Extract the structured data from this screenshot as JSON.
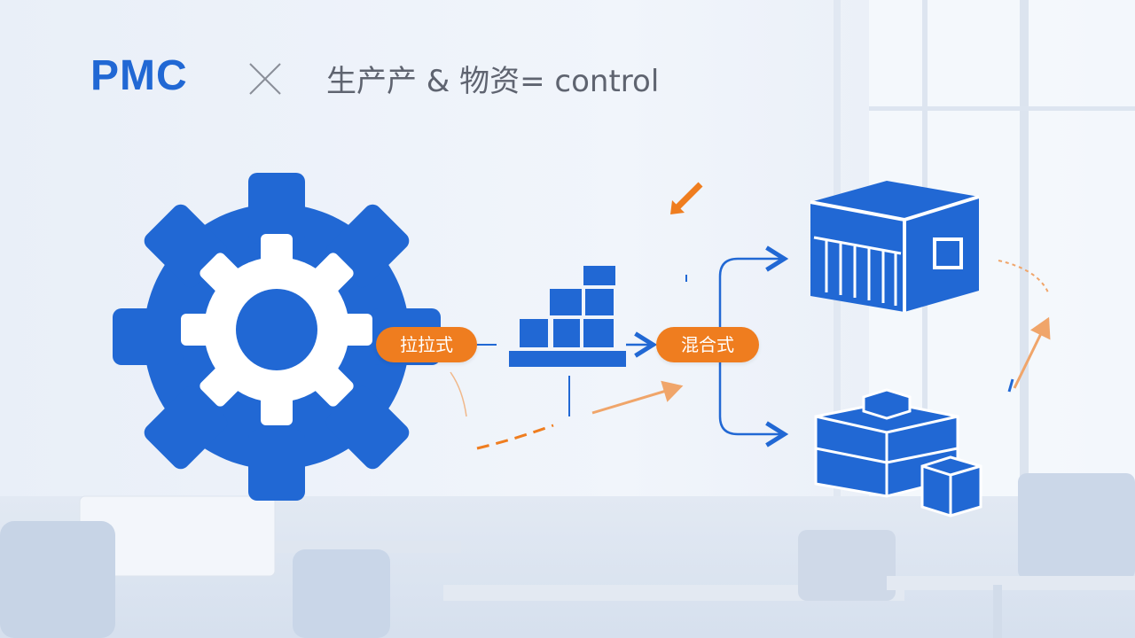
{
  "header": {
    "brand": "PMC",
    "times_icon": "multiply-icon",
    "subtitle": "生产产 & 物资= control"
  },
  "diagram": {
    "nodes": {
      "gear": "gear-icon",
      "stacked_blocks": "stacked-blocks-icon",
      "warehouse": "warehouse-icon",
      "inventory": "inventory-boxes-icon"
    },
    "labels": {
      "pull": "拉拉式",
      "mixed": "混合式"
    }
  },
  "colors": {
    "primary_blue": "#2168d4",
    "accent_orange": "#ef7d1f",
    "text_gray": "#5f6470",
    "background": "#eef3fa"
  }
}
